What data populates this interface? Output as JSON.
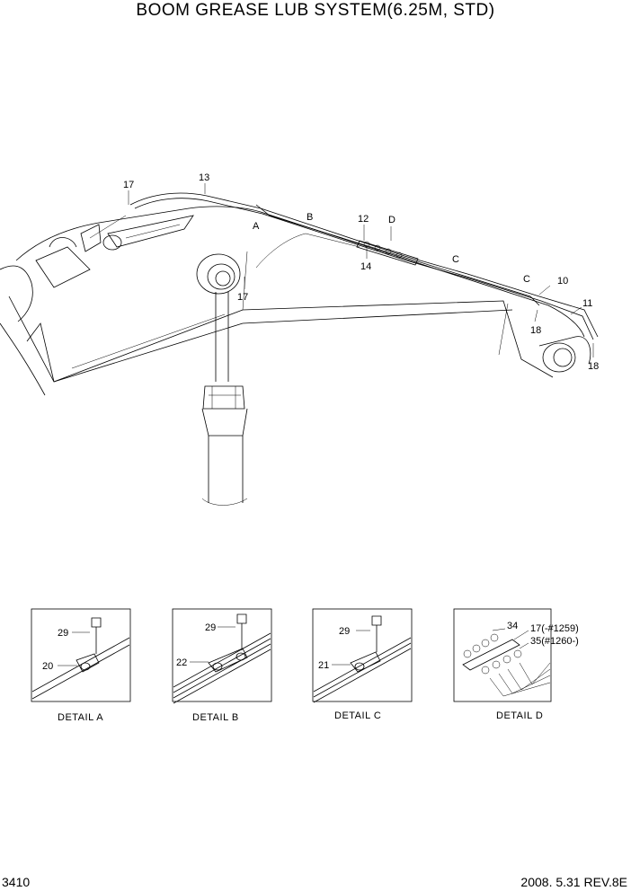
{
  "title": "BOOM GREASE LUB SYSTEM(6.25M, STD)",
  "callouts": {
    "c17a": "17",
    "c13": "13",
    "cA": "A",
    "cB": "B",
    "c12": "12",
    "cD": "D",
    "c14": "14",
    "c17b": "17",
    "cC1": "C",
    "cC2": "C",
    "c10": "10",
    "c11": "11",
    "c18a": "18",
    "c18b": "18"
  },
  "details": [
    {
      "label": "DETAIL  A",
      "part_bolt": "29",
      "part_clamp": "20"
    },
    {
      "label": "DETAIL  B",
      "part_bolt": "29",
      "part_clamp": "22"
    },
    {
      "label": "DETAIL  C",
      "part_bolt": "29",
      "part_clamp": "21"
    },
    {
      "label": "DETAIL  D",
      "part_block": "34",
      "part_fitting_a": "17(-#1259)",
      "part_fitting_b": "35(#1260-)"
    }
  ],
  "footer": {
    "page_number": "3410",
    "revision": "2008. 5.31  REV.8E"
  }
}
